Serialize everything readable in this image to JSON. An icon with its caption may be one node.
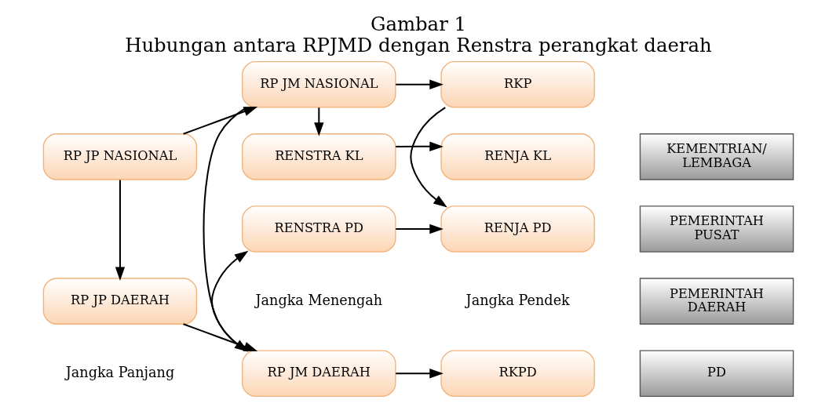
{
  "diagram": {
    "title": "Gambar 1",
    "caption": "Hubungan antara RPJMD dengan Renstra perangkat daerah",
    "nodes": [
      {
        "text": [
          "RENSTRA KL"
        ]
      },
      {
        "text": [
          "RENJA KL"
        ]
      },
      {
        "text": [
          "KEMENTRIAN/ LEMBAGA"
        ]
      },
      {
        "text": [
          "RP JP NASIONAL"
        ]
      },
      {
        "text": [
          "RP JM NASIONAL"
        ]
      },
      {
        "text": [
          "RKP"
        ]
      },
      {
        "text": [
          "PEMERINTAH PUSAT"
        ]
      },
      {
        "text": [
          "RP JP DAERAH"
        ]
      },
      {
        "text": [
          "RP JM DAERAH"
        ]
      },
      {
        "text": [
          "RKPD"
        ]
      },
      {
        "text": [
          "PEMERINTAH DAERAH"
        ]
      },
      {
        "text": [
          "RENSTRA PD"
        ]
      },
      {
        "text": [
          "RENJA PD"
        ]
      },
      {
        "text": [
          "PD"
        ]
      }
    ],
    "edges": [
      {
        "from": 0,
        "to": 1,
        "arrow": "to"
      },
      {
        "from": 4,
        "to": 0,
        "arrow": "to"
      },
      {
        "from": 3,
        "to": 4,
        "arrow": "to"
      },
      {
        "from": 4,
        "to": 5,
        "arrow": "to"
      },
      {
        "from": 3,
        "to": 7,
        "arrow": "to"
      },
      {
        "from": 4,
        "to": 8,
        "arrow": "to"
      },
      {
        "from": 7,
        "to": 8,
        "arrow": "to"
      },
      {
        "from": 8,
        "to": 9,
        "arrow": "to"
      },
      {
        "from": 8,
        "to": 11,
        "arrow": "to"
      },
      {
        "from": 11,
        "to": 12,
        "arrow": "to"
      },
      {
        "from": 5,
        "to": 12,
        "arrow": "to"
      }
    ],
    "labels": [
      "Jangka Panjang",
      "Jangka Menengah",
      "Jangka Pendek"
    ]
  }
}
